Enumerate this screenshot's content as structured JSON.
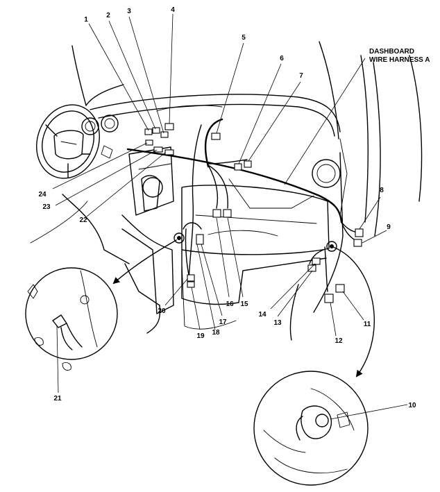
{
  "diagram": {
    "harness_title": [
      "DASHBOARD",
      "WIRE HARNESS A"
    ],
    "callouts": [
      "1",
      "2",
      "3",
      "4",
      "5",
      "6",
      "7",
      "8",
      "9",
      "10",
      "11",
      "12",
      "13",
      "14",
      "15",
      "16",
      "17",
      "18",
      "19",
      "20",
      "21",
      "22",
      "23",
      "24"
    ]
  }
}
